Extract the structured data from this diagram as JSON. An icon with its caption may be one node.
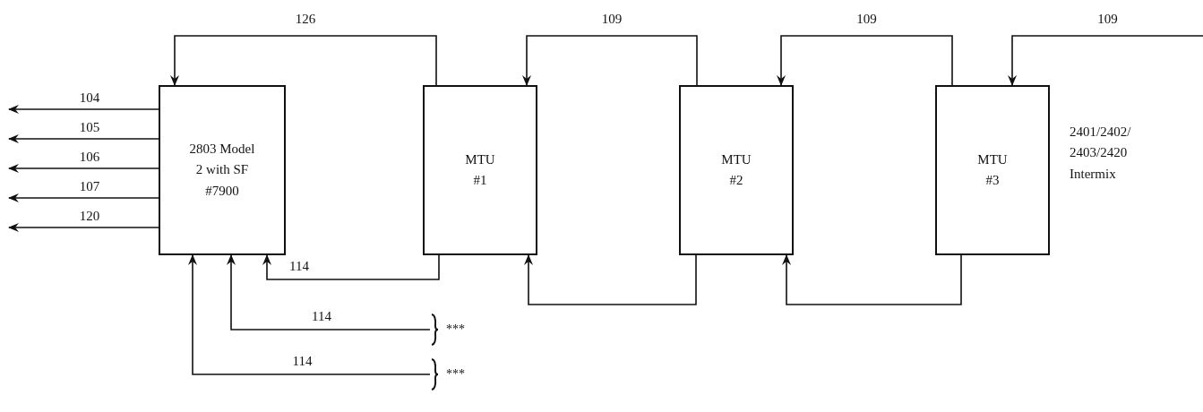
{
  "diagram": {
    "nodes": [
      {
        "text": [
          "2803 Model 2 with SF #7900"
        ]
      },
      {
        "text": [
          "MTU #1"
        ]
      },
      {
        "text": [
          "MTU #2"
        ]
      },
      {
        "text": [
          "MTU #3"
        ],
        "beside": [
          "2401/2402/ 2403/2420 Intermix"
        ]
      },
      {
        "text": [
          "***"
        ]
      },
      {
        "text": [
          "***"
        ]
      }
    ],
    "edges": [
      {
        "from": 0,
        "to": null,
        "arrow": "to",
        "label": "104"
      },
      {
        "from": 0,
        "to": null,
        "arrow": "to",
        "label": "105"
      },
      {
        "from": 0,
        "to": null,
        "arrow": "to",
        "label": "106"
      },
      {
        "from": 0,
        "to": null,
        "arrow": "to",
        "label": "107"
      },
      {
        "from": 0,
        "to": null,
        "arrow": "to",
        "label": "120"
      },
      {
        "from": 1,
        "to": 0,
        "arrow": "to",
        "label": "126"
      },
      {
        "from": 2,
        "to": 1,
        "arrow": "to",
        "label": "109"
      },
      {
        "from": 3,
        "to": 2,
        "arrow": "to",
        "label": "109"
      },
      {
        "from": null,
        "to": 3,
        "arrow": "to",
        "label": "109"
      },
      {
        "from": 1,
        "to": 0,
        "arrow": "to",
        "label": "114"
      },
      {
        "from": 2,
        "to": 1,
        "arrow": "to"
      },
      {
        "from": 3,
        "to": 2,
        "arrow": "to"
      },
      {
        "from": 4,
        "to": 0,
        "arrow": "to",
        "label": "114"
      },
      {
        "from": 5,
        "to": 0,
        "arrow": "to",
        "label": "114"
      }
    ]
  }
}
